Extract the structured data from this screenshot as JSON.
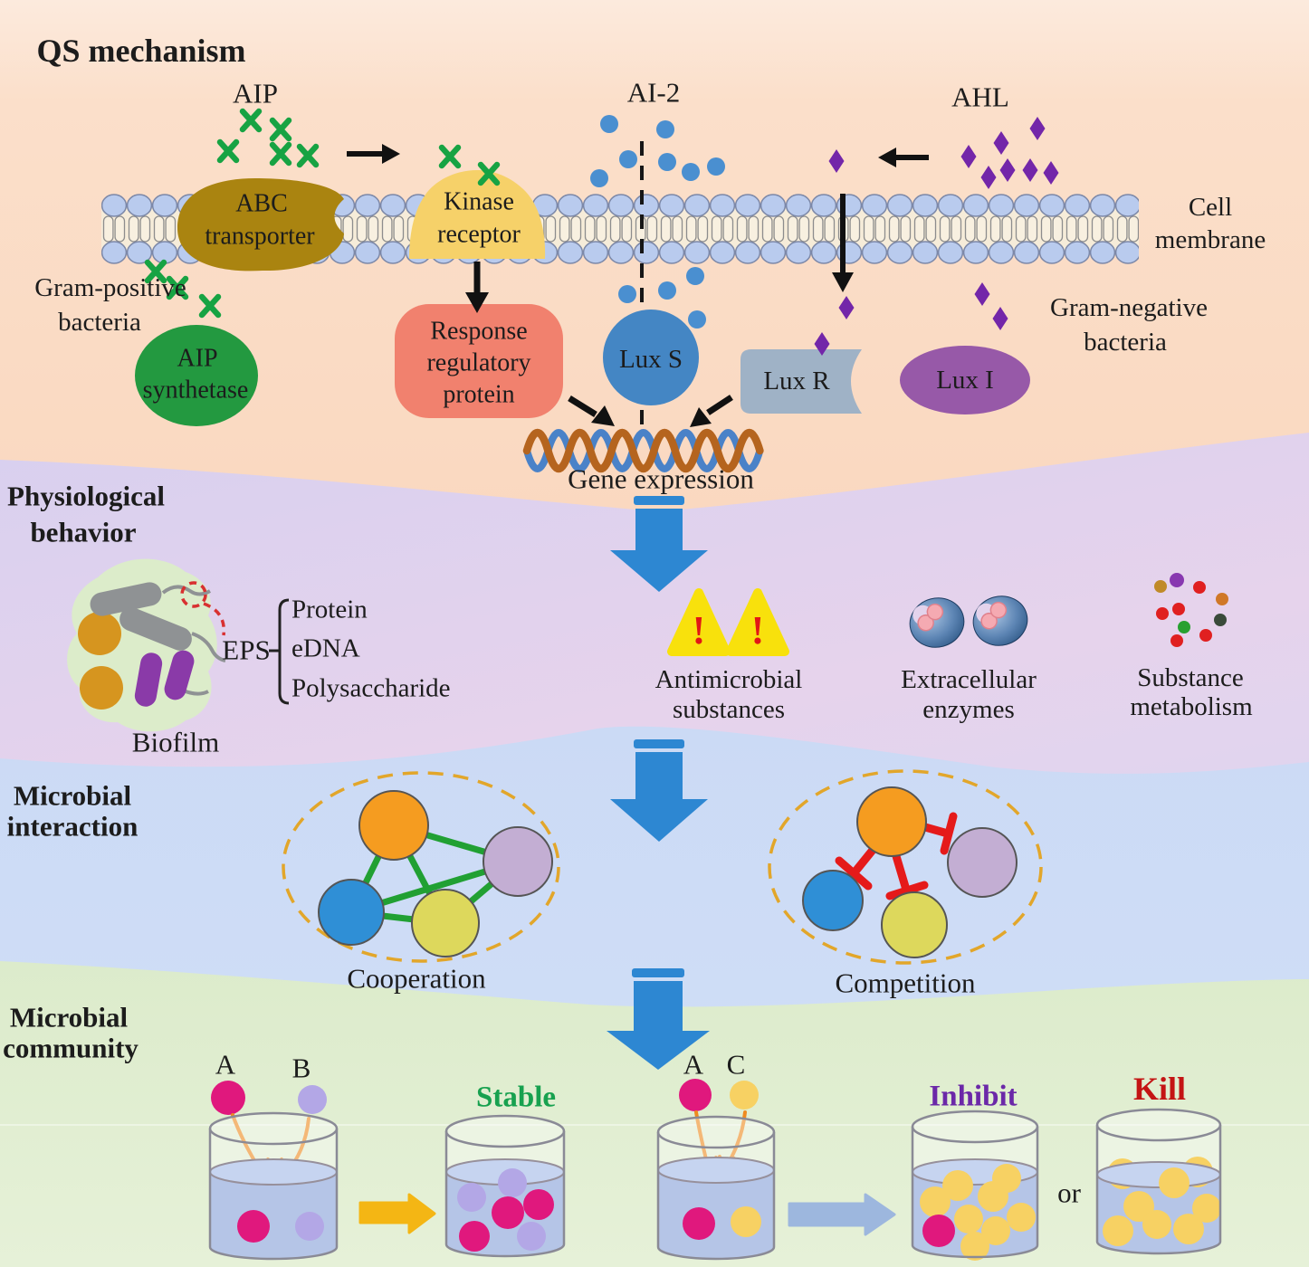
{
  "qs": {
    "title": "QS mechanism",
    "aip": "AIP",
    "ai2": "AI-2",
    "ahl": "AHL",
    "cell_membrane": [
      "Cell",
      "membrane"
    ],
    "gram_positive": [
      "Gram-positive",
      "bacteria"
    ],
    "gram_negative": [
      "Gram-negative",
      "bacteria"
    ],
    "abc_transporter": [
      "ABC",
      "transporter"
    ],
    "kinase_receptor": [
      "Kinase",
      "receptor"
    ],
    "aip_synthetase": [
      "AIP",
      "synthetase"
    ],
    "response_protein": [
      "Response",
      "regulatory",
      "protein"
    ],
    "lux_s": "Lux S",
    "lux_r": "Lux R",
    "lux_i": "Lux I",
    "gene_expression": "Gene expression"
  },
  "physiology": {
    "title": [
      "Physiological",
      "behavior"
    ],
    "biofilm": "Biofilm",
    "eps": "EPS",
    "eps_items": [
      "Protein",
      "eDNA",
      "Polysaccharide"
    ],
    "warning_mark": "!",
    "antimicrobial": [
      "Antimicrobial",
      "substances"
    ],
    "enzymes": [
      "Extracellular",
      "enzymes"
    ],
    "metabolism": [
      "Substance",
      "metabolism"
    ]
  },
  "interaction": {
    "title": [
      "Microbial",
      "interaction"
    ],
    "cooperation": "Cooperation",
    "competition": "Competition"
  },
  "community": {
    "title": [
      "Microbial",
      "community"
    ],
    "pair_ab": {
      "a": "A",
      "b": "B",
      "outcome": "Stable"
    },
    "pair_ac": {
      "a": "A",
      "c": "C",
      "outcome1": "Inhibit",
      "or_word": "or",
      "outcome2": "Kill"
    }
  },
  "colors": {
    "band_qs_peach": "#f8ccae",
    "band_physiology_lavender": "#e5d2ec",
    "band_interaction_blue": "#cbdaf5",
    "band_community_green": "#dfecce",
    "membrane_head_blue": "#b9cbee",
    "aip_green": "#17a343",
    "ai2_blue": "#4a8fd0",
    "ahl_purple": "#7326a9",
    "abc_brown": "#aa8410",
    "kinase_yellow": "#f6d169",
    "synthetase_green": "#239940",
    "response_salmon": "#f1816e",
    "lux_s_blue": "#4486c4",
    "lux_r_gray": "#9fb2c6",
    "lux_i_purple": "#9759a8",
    "dna_blue": "#4a82c8",
    "dna_orange": "#b5641e",
    "flow_arrow_blue": "#2d87d2",
    "warning_yellow": "#f8e10c",
    "cooperation_green": "#21a033",
    "competition_red": "#e51a1a",
    "stable_green": "#17a14f",
    "inhibit_purple": "#6b28a8",
    "kill_red": "#c41414",
    "microbe_a_magenta": "#e0187d",
    "microbe_b_lavender": "#b3a7e6",
    "microbe_c_yellow": "#f7d163",
    "transfer_arrow_orange": "#ef8a1f",
    "stable_arrow_yellow": "#f4b614",
    "inhibit_arrow_blue": "#9db7de"
  }
}
